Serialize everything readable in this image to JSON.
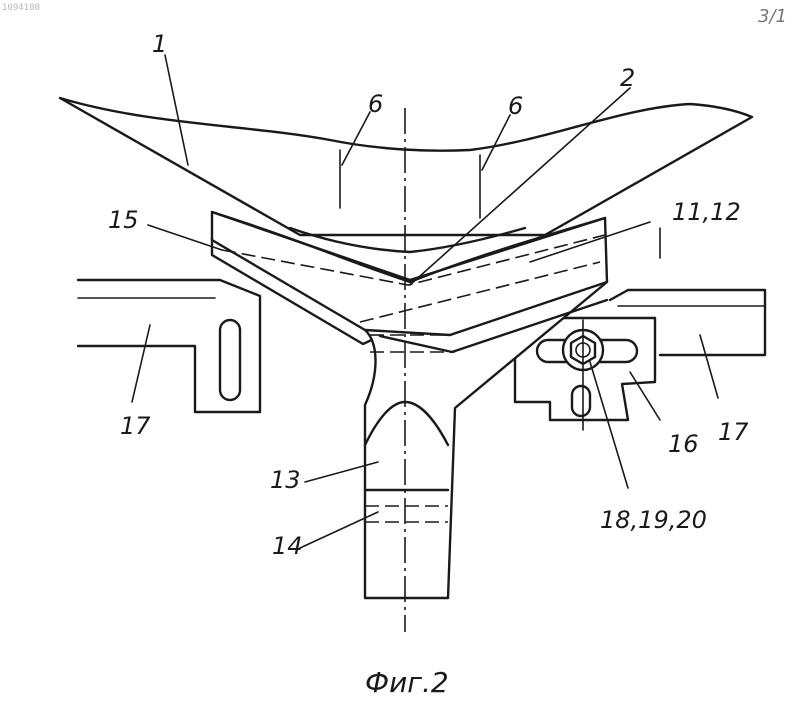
{
  "drawing": {
    "corner_mark": "1094180",
    "sheet_mark": "3/1",
    "caption": "Фиг.2",
    "labels": {
      "l1": "1",
      "l2": "2",
      "l6a": "6",
      "l6b": "6",
      "l11_12": "11,12",
      "l15": "15",
      "l17a": "17",
      "l17b": "17",
      "l16": "16",
      "l13": "13",
      "l14": "14",
      "l18_19_20": "18,19,20"
    }
  }
}
